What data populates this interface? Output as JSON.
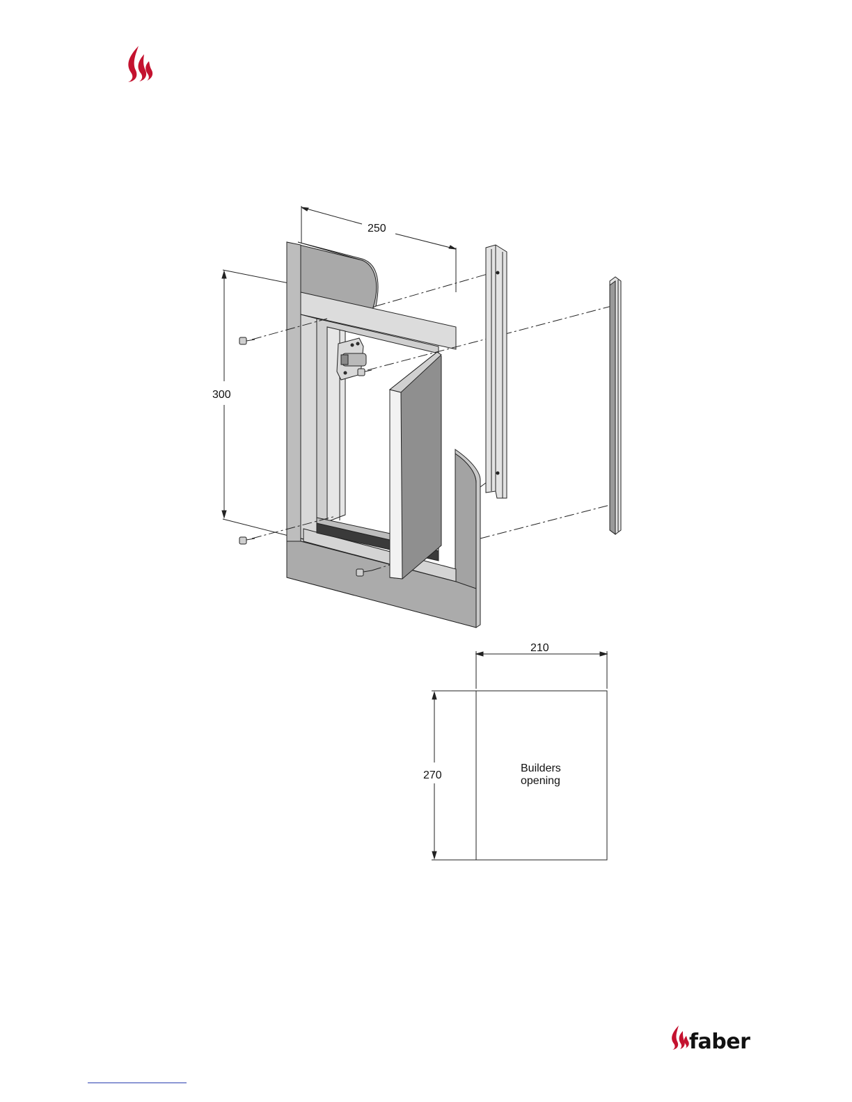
{
  "brand": {
    "name": "faber",
    "accent_color": "#c4122f"
  },
  "diagram": {
    "dimensions": {
      "frame_width": "250",
      "frame_height": "300",
      "opening_width": "210",
      "opening_height": "270"
    },
    "opening_label_line1": "Builders",
    "opening_label_line2": "opening"
  },
  "footer": {
    "link_color": "#2a3fb0"
  }
}
